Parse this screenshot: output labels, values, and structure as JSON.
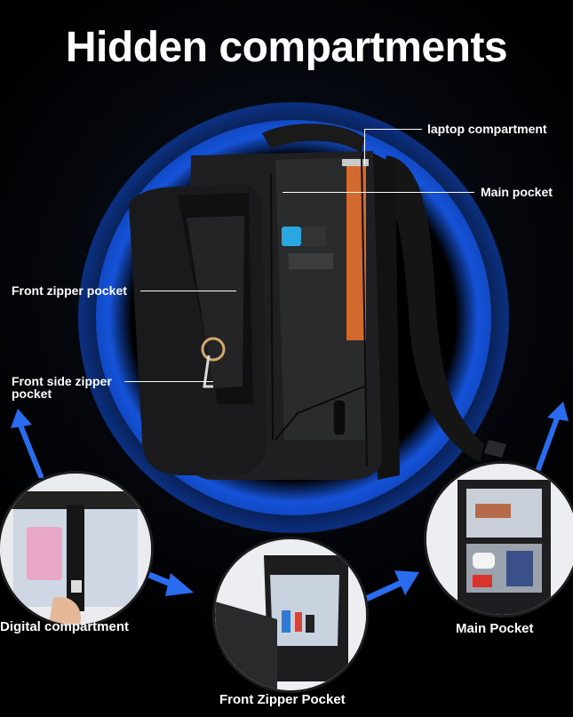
{
  "headline": "Hidden compartments",
  "callouts": {
    "laptop": "laptop compartment",
    "main": "Main pocket",
    "front_zipper": "Front zipper pocket",
    "front_side_line1": "Front side zipper",
    "front_side_line2": "pocket"
  },
  "panels": {
    "digital": "Digital compartment",
    "front_zipper": "Front Zipper Pocket",
    "main": "Main Pocket"
  },
  "colors": {
    "background": "#000000",
    "ring_blue": "#1553d8",
    "arrow_blue": "#2a6cf0",
    "bag": "#1c1c1e"
  }
}
